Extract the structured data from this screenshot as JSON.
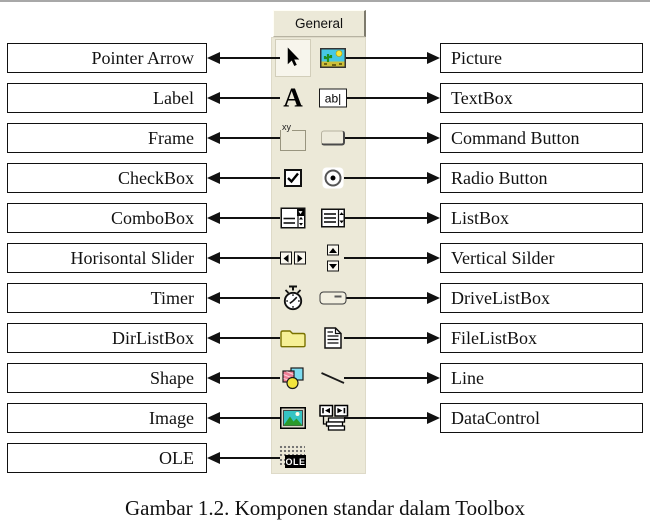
{
  "caption": "Gambar 1.2. Komponen standar dalam Toolbox",
  "toolbox": {
    "tab_label": "General",
    "bg_color": "#ece9d8"
  },
  "icon_glyphs": {
    "label": "A",
    "textbox": "ab|",
    "frame": "xy",
    "ole": "OLE"
  },
  "rows": [
    {
      "left": "Pointer Arrow",
      "left_icon": "pointer-icon",
      "right": "Picture",
      "right_icon": "picture-icon"
    },
    {
      "left": "Label",
      "left_icon": "label-icon",
      "right": "TextBox",
      "right_icon": "textbox-icon"
    },
    {
      "left": "Frame",
      "left_icon": "frame-icon",
      "right": "Command Button",
      "right_icon": "commandbutton-icon"
    },
    {
      "left": "CheckBox",
      "left_icon": "checkbox-icon",
      "right": "Radio Button",
      "right_icon": "radiobutton-icon"
    },
    {
      "left": "ComboBox",
      "left_icon": "combobox-icon",
      "right": "ListBox",
      "right_icon": "listbox-icon"
    },
    {
      "left": "Horisontal Slider",
      "left_icon": "hscrollbar-icon",
      "right": "Vertical Silder",
      "right_icon": "vscrollbar-icon"
    },
    {
      "left": "Timer",
      "left_icon": "timer-icon",
      "right": "DriveListBox",
      "right_icon": "drivelistbox-icon"
    },
    {
      "left": "DirListBox",
      "left_icon": "dirlistbox-icon",
      "right": "FileListBox",
      "right_icon": "filelistbox-icon"
    },
    {
      "left": "Shape",
      "left_icon": "shape-icon",
      "right": "Line",
      "right_icon": "line-icon"
    },
    {
      "left": "Image",
      "left_icon": "image-icon",
      "right": "DataControl",
      "right_icon": "datacontrol-icon"
    },
    {
      "left": "OLE",
      "left_icon": "ole-icon",
      "right": null,
      "right_icon": null
    }
  ]
}
